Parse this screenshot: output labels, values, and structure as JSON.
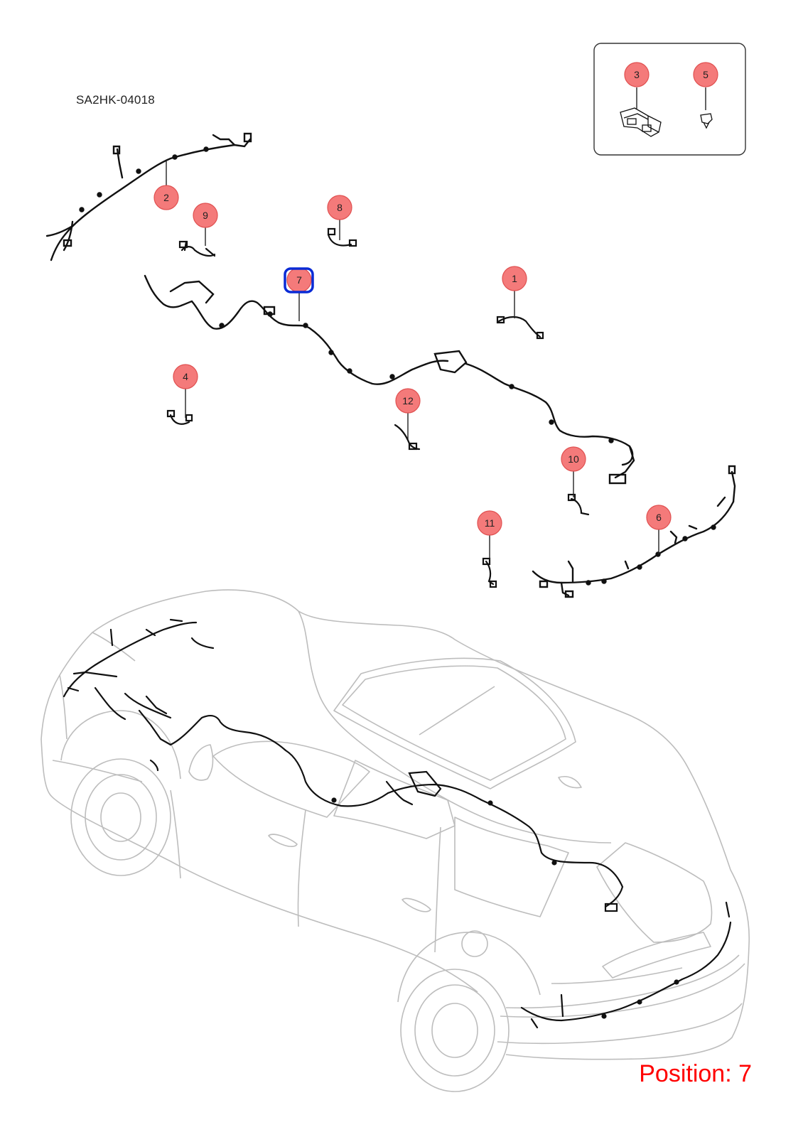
{
  "diagram_code": "SA2HK-04018",
  "position": {
    "text": "Position: 7",
    "selected": "7"
  },
  "colors": {
    "callout_fill": "#f47a7a",
    "callout_stroke": "#e05050",
    "selection_outline": "#0a2bd6",
    "position_text": "#ff0000",
    "car_outline": "#bdbdbd",
    "harness_line": "#1a1a1a"
  },
  "inset_parts": [
    "3",
    "5"
  ],
  "callouts": {
    "c1": "1",
    "c2": "2",
    "c3": "3",
    "c4": "4",
    "c5": "5",
    "c6": "6",
    "c7": "7",
    "c8": "8",
    "c9": "9",
    "c10": "10",
    "c11": "11",
    "c12": "12"
  }
}
